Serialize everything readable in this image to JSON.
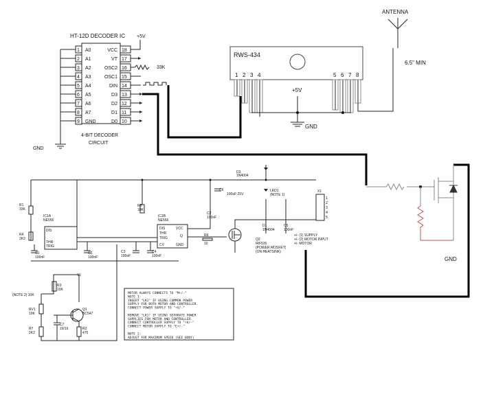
{
  "decoder": {
    "title": "HT-12D DECODER IC",
    "caption_1": "4-BIT DECODER",
    "caption_2": "CIRCUIT",
    "gnd": "GND",
    "vcc_label": "+5V",
    "osc_res": "33K",
    "left_pins": [
      {
        "num": "1",
        "name": "A0"
      },
      {
        "num": "2",
        "name": "A1"
      },
      {
        "num": "3",
        "name": "A2"
      },
      {
        "num": "4",
        "name": "A3"
      },
      {
        "num": "5",
        "name": "A4"
      },
      {
        "num": "6",
        "name": "A5"
      },
      {
        "num": "7",
        "name": "A6"
      },
      {
        "num": "8",
        "name": "A7"
      },
      {
        "num": "9",
        "name": "GND"
      }
    ],
    "right_pins": [
      {
        "num": "18",
        "name": "VCC"
      },
      {
        "num": "17",
        "name": "VT"
      },
      {
        "num": "16",
        "name": "OSC2"
      },
      {
        "num": "15",
        "name": "OSC1"
      },
      {
        "num": "14",
        "name": "DIN"
      },
      {
        "num": "13",
        "name": "D3"
      },
      {
        "num": "12",
        "name": "D2"
      },
      {
        "num": "11",
        "name": "D1"
      },
      {
        "num": "10",
        "name": "D0"
      }
    ]
  },
  "receiver": {
    "name": "RWS-434",
    "pins": [
      "1",
      "2",
      "3",
      "4",
      "5",
      "6",
      "7",
      "8"
    ],
    "vcc": "+5V",
    "gnd": "GND"
  },
  "antenna": {
    "label": "ANTENNA",
    "length": "6.5\" MIN"
  },
  "mosfet_section": {
    "gnd": "GND"
  },
  "motor_circuit": {
    "ic1a": [
      "IC1A",
      "NE556"
    ],
    "ic1b": [
      "IC1B",
      "NE556"
    ],
    "ic1a_pins": [
      "DIS",
      "THR",
      "TRIG"
    ],
    "ic1b_pins": [
      "DIS",
      "THR",
      "TRIG",
      "CV",
      "VCC",
      "Q",
      "GND"
    ],
    "d3": [
      "D3",
      "1N4004"
    ],
    "c6": [
      "C6",
      "100uF 25V"
    ],
    "led": [
      "LED1",
      "(NOTE 1)"
    ],
    "d1": [
      "D1",
      "1N4004"
    ],
    "c2": [
      "C2",
      "100nF"
    ],
    "c5": [
      "C5",
      "100nF"
    ],
    "q2": [
      "Q2",
      "IRF530",
      "(POWER MOSFET)",
      "(ON HEATSINK)"
    ],
    "r6": [
      "R6",
      "10"
    ],
    "c3": [
      "C3",
      "100nF"
    ],
    "c4": [
      "C4",
      "100nF"
    ],
    "c1": [
      "C1",
      "100nF"
    ],
    "r5": [
      "R5",
      "10K"
    ],
    "r1": [
      "R1",
      "33K"
    ],
    "r4": [
      "R4",
      "2K2"
    ],
    "c2b": [
      "C2",
      "100nF"
    ],
    "x1": "X1",
    "x1_pins": [
      "1",
      "2",
      "3",
      "4",
      "5"
    ],
    "x1_labels": [
      "+/- (1) SUPPLY",
      "+/- (2) MOTOR INPUT",
      "+/- MOTOR"
    ],
    "q1": [
      "Q1",
      "BC547"
    ],
    "r3": [
      "R3",
      "10K"
    ],
    "rv1": [
      "RV1",
      "10K"
    ],
    "r7": [
      "R7",
      "2K2"
    ],
    "c7": [
      "C7",
      "10/16"
    ],
    "r2": [
      "R2",
      "470"
    ],
    "note_in": "(NOTE 2) 10K",
    "v1": "V1",
    "notes": [
      "MOTOR ALWAYS CONNECTS TO \"M+/-\"",
      "NOTE 1:",
      "INSERT \"LK1\" IF USING COMMON POWER",
      "SUPPLY FOR BOTH MOTOR AND CONTROLLER.",
      "CONNECT POWER SUPPLY TO \"+V/-\"",
      "",
      "REMOVE \"LK1\" IF USING SEPARATE POWER",
      "SUPPLIES FOR MOTOR AND CONTROLLER.",
      "CONNECT CONTROLLER SUPPLY TO \"+V/-\"",
      "CONNECT MOTOR SUPPLY TO \"E+/-\"",
      "",
      "NOTE 2:",
      "ADJUST FOR MAXIMUM SPEED (SEE BODY)"
    ]
  }
}
